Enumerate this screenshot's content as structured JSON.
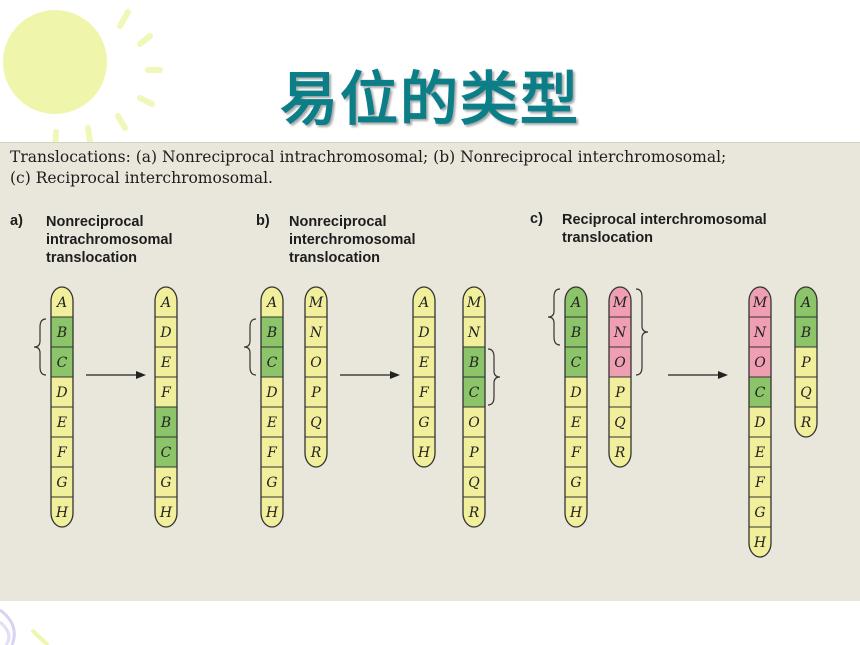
{
  "slide": {
    "title": "易位的类型"
  },
  "figure": {
    "caption_line1": "Translocations: (a) Nonreciprocal intrachromosomal; (b) Nonreciprocal interchromosomal;",
    "caption_line2": "(c) Reciprocal interchromosomal.",
    "panels": [
      {
        "letter": "a)",
        "label_lines": [
          "Nonreciprocal",
          "intrachromosomal",
          "translocation"
        ],
        "before": [
          [
            "A",
            "B",
            "C",
            "D",
            "E",
            "F",
            "G",
            "H"
          ]
        ],
        "after": [
          [
            "A",
            "D",
            "E",
            "F",
            "B",
            "C",
            "G",
            "H"
          ]
        ]
      },
      {
        "letter": "b)",
        "label_lines": [
          "Nonreciprocal",
          "interchromosomal",
          "translocation"
        ],
        "before": [
          [
            "A",
            "B",
            "C",
            "D",
            "E",
            "F",
            "G",
            "H"
          ],
          [
            "M",
            "N",
            "O",
            "P",
            "Q",
            "R"
          ]
        ],
        "after": [
          [
            "A",
            "D",
            "E",
            "F",
            "G",
            "H"
          ],
          [
            "M",
            "N",
            "B",
            "C",
            "O",
            "P",
            "Q",
            "R"
          ]
        ]
      },
      {
        "letter": "c)",
        "label_lines": [
          "Reciprocal interchromosomal",
          "translocation"
        ],
        "before": [
          [
            "A",
            "B",
            "C",
            "D",
            "E",
            "F",
            "G",
            "H"
          ],
          [
            "M",
            "N",
            "O",
            "P",
            "Q",
            "R"
          ]
        ],
        "after": [
          [
            "M",
            "N",
            "O",
            "C",
            "D",
            "E",
            "F",
            "G",
            "H"
          ],
          [
            "A",
            "B",
            "P",
            "Q",
            "R"
          ]
        ]
      }
    ]
  },
  "colors": {
    "title": "#0c7e88",
    "yellow_segment": "#f1ef9c",
    "green_segment": "#8cc46a",
    "pink_segment": "#ef9fb1",
    "figure_background": "#e9e6db"
  }
}
